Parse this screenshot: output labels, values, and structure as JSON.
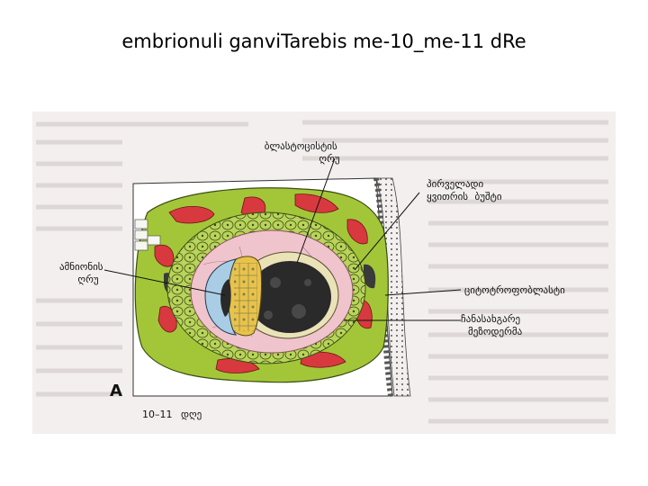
{
  "slide": {
    "title": "embrionuli ganviTarebis me-10_me-11 dRe"
  },
  "figure": {
    "panel_letter": "A",
    "day_label_number": "10–11",
    "day_label_unit": "დღე",
    "labels": {
      "blastocyst_cavity": [
        "ბლასტოცისტის",
        "ღრუ"
      ],
      "primary_yolk_sac": [
        "პირველადი",
        "ყვითრის",
        "ბუშტი"
      ],
      "amniotic_cavity": [
        "ამნიონის",
        "ღრუ"
      ],
      "cytotrophoblast": "ციტოტროფობლასტი",
      "extraembryonic_mesoderm": [
        "ჩანასახგარე",
        "მეზოდერმა"
      ]
    }
  },
  "colors": {
    "syncytio_green": "#a3c639",
    "lacunae_red": "#d8393e",
    "mesoderm_pink": "#f0c4cc",
    "amnion_blue": "#a9cde4",
    "cavity_dark": "#2a2a2a",
    "book_page": "#f2efee"
  }
}
